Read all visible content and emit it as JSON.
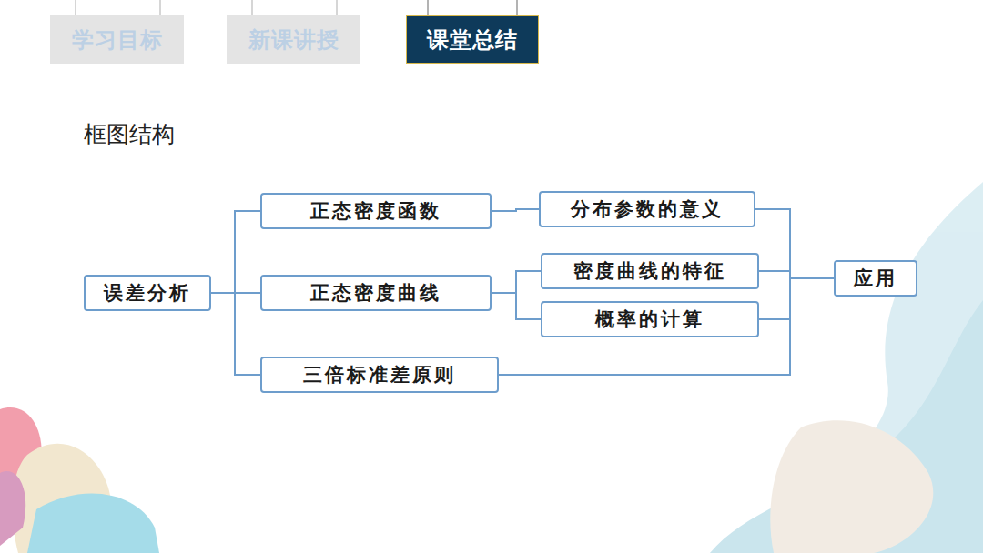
{
  "diagram": {
    "title": "框图结构",
    "nodes": [
      {
        "text": [
          "学习目标"
        ]
      },
      {
        "text": [
          "新课讲授"
        ]
      },
      {
        "text": [
          "课堂总结"
        ]
      },
      {
        "text": [
          "误差分析"
        ]
      },
      {
        "text": [
          "正态密度函数"
        ]
      },
      {
        "text": [
          "正态密度曲线"
        ]
      },
      {
        "text": [
          "三倍标准差原则"
        ]
      },
      {
        "text": [
          "分布参数的意义"
        ]
      },
      {
        "text": [
          "密度曲线的特征"
        ]
      },
      {
        "text": [
          "概率的计算"
        ]
      },
      {
        "text": [
          "应用"
        ]
      }
    ],
    "edges": [
      {
        "from": 3,
        "to": 4,
        "arrow": "none"
      },
      {
        "from": 3,
        "to": 5,
        "arrow": "none"
      },
      {
        "from": 3,
        "to": 6,
        "arrow": "none"
      },
      {
        "from": 4,
        "to": 7,
        "arrow": "none"
      },
      {
        "from": 5,
        "to": 8,
        "arrow": "none"
      },
      {
        "from": 5,
        "to": 9,
        "arrow": "none"
      },
      {
        "from": 7,
        "to": 10,
        "arrow": "none"
      },
      {
        "from": 8,
        "to": 10,
        "arrow": "none"
      },
      {
        "from": 9,
        "to": 10,
        "arrow": "none"
      },
      {
        "from": 6,
        "to": 10,
        "arrow": "none"
      }
    ]
  }
}
